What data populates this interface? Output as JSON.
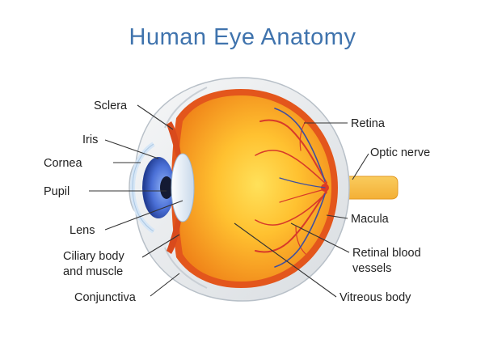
{
  "title": "Human Eye Anatomy",
  "labels": {
    "sclera": "Sclera",
    "iris": "Iris",
    "cornea": "Cornea",
    "pupil": "Pupil",
    "lens": "Lens",
    "ciliary_line1": "Ciliary body",
    "ciliary_line2": "and muscle",
    "conjunctiva": "Conjunctiva",
    "retina": "Retina",
    "optic_nerve": "Optic nerve",
    "macula": "Macula",
    "vessels_line1": "Retinal blood",
    "vessels_line2": "vessels",
    "vitreous": "Vitreous body"
  },
  "colors": {
    "title": "#3f73ad",
    "sclera": "#e9ecef",
    "vitreous_center": "#ffd84a",
    "vitreous_edge": "#f08a1a",
    "retina": "#e45a1f",
    "iris": "#4a6fd6",
    "vessel_red": "#d83a2a",
    "vessel_blue": "#3f4fa0",
    "optic_nerve": "#f7b733"
  }
}
